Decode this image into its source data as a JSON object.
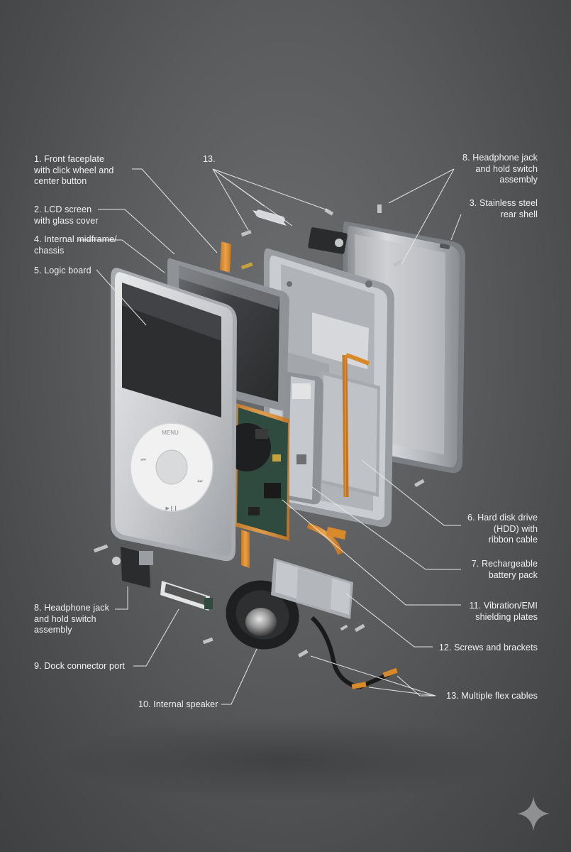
{
  "callouts": {
    "front_faceplate": "1. Front faceplate\nwith click wheel and\ncenter button",
    "lcd_screen": "2. LCD screen\nwith glass cover",
    "midframe": "4. Internal midframe/\nchassis",
    "logic_board": "5. Logic board",
    "label_13_top": "13.",
    "headphone_jack_top": "8. Headphone jack\nand hold switch\nassembly",
    "rear_shell": "3. Stainless steel\nrear shell",
    "hdd": "6. Hard disk drive\n(HDD) with\nribbon cable",
    "battery": "7. Rechargeable\nbattery pack",
    "shielding": "11. Vibration/EMI\nshielding plates",
    "screws": "12. Screws and brackets",
    "flex_cables": "13. Multiple flex cables",
    "headphone_jack_bottom": "8. Headphone jack\nand hold switch\nassembly",
    "dock_connector": "9. Dock connector port",
    "speaker": "10. Internal speaker"
  },
  "device": {
    "menu_label": "MENU",
    "prev_symbol": "⏮",
    "next_symbol": "⏭",
    "play_symbol": "▶❙❙"
  },
  "colors": {
    "background": "#5a5b5d",
    "label_text": "#f2f2f2",
    "leader_line": "#e6e6e6",
    "flex_cable": "#d88a2a",
    "pcb": "#2f4a3e"
  },
  "icons": {
    "watermark": "sparkle-icon"
  }
}
